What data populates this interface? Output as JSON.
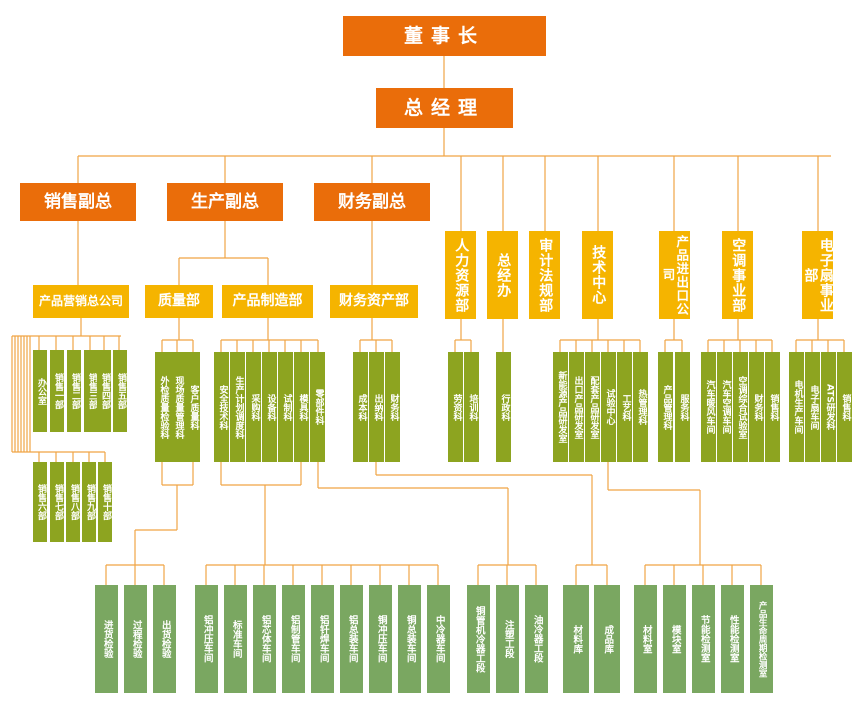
{
  "top": [
    "董事长",
    "总经理"
  ],
  "deputies": [
    "销售副总",
    "生产副总",
    "财务副总"
  ],
  "departments": [
    "产品营销总公司",
    "质量部",
    "产品制造部",
    "财务资产部"
  ],
  "direct_units": [
    "人力资源部",
    "总经办",
    "审计法规部",
    "技术中心",
    "产品进出口公司",
    "空调事业部",
    "电子扇事业部"
  ],
  "sections": {
    "marketing": [
      "办公室",
      "销售一部",
      "销售二部",
      "销售三部",
      "销售四部",
      "销售五部",
      "销售六部",
      "销售七部",
      "销售八部",
      "销售九部",
      "销售十部"
    ],
    "quality": [
      "外检质量检验科",
      "现场质量管理科",
      "客户质量科"
    ],
    "manufacturing": [
      "安全技术科",
      "生产计划调度科",
      "采购科",
      "设备科",
      "试制科",
      "模具科",
      "零部件科"
    ],
    "finance": [
      "成本科",
      "出纳科",
      "财务科"
    ],
    "hr": [
      "劳资科",
      "培训科"
    ],
    "gm_office": [
      "行政科"
    ],
    "tech_center": [
      "新能源产品研发室",
      "出口产品研发室",
      "配套产品研发室",
      "试验中心",
      "工艺科",
      "热管理科"
    ],
    "import_export": [
      "产品管理科",
      "服务科"
    ],
    "ac_division": [
      "汽车暖风车间",
      "汽车空调车间",
      "空调综合试验室",
      "财务科",
      "销售科"
    ],
    "fan_division": [
      "电机生产车间",
      "电子扇车间",
      "ATS研发科",
      "销售科"
    ]
  },
  "bottom_units": {
    "quality_inspection": [
      "进货检验",
      "过程检验",
      "出货检验"
    ],
    "workshops": [
      "铝冲压车间",
      "标准车间",
      "铝芯体车间",
      "铝制管车间",
      "铝钎焊车间",
      "铝总装车间",
      "铜冲压车间",
      "铜总装车间",
      "中冷器车间"
    ],
    "sections": [
      "铜管机冷器工段",
      "注塑工段",
      "油冷器工段"
    ],
    "warehouses": [
      "材料库",
      "成品库"
    ],
    "labs": [
      "材料室",
      "模块室",
      "节能检测室",
      "性能检测室",
      "产品生命周期检测室"
    ]
  },
  "colors": {
    "top": "#ea6d0a",
    "department": "#f5b400",
    "section": "#8da420",
    "bottom": "#7aa761",
    "line": "#f0a545",
    "text": "#ffffff"
  }
}
